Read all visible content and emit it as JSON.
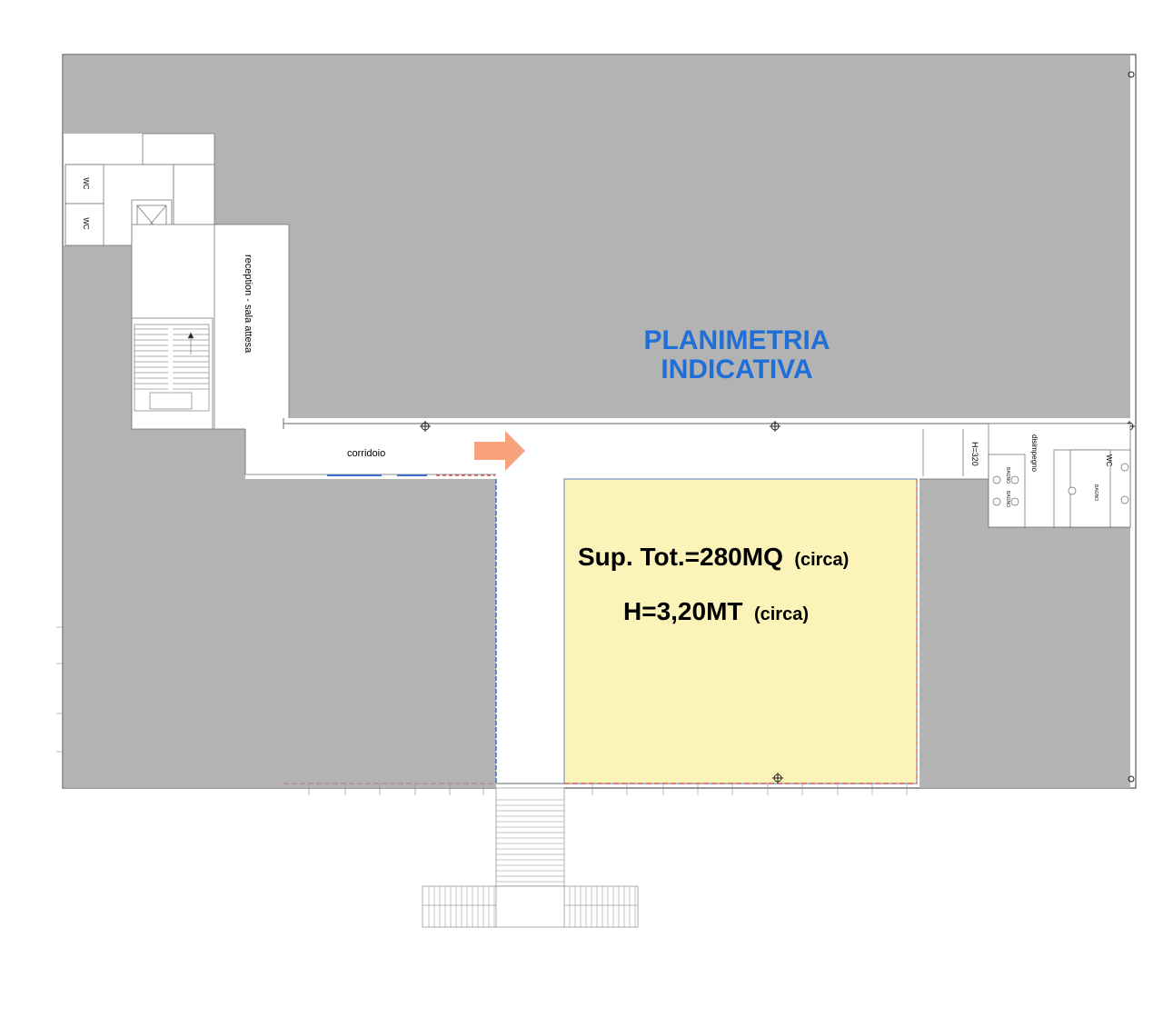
{
  "title": {
    "line1": "PLANIMETRIA",
    "line2": "INDICATIVA",
    "color": "#1f6fd6"
  },
  "area": {
    "surface_main": "Sup. Tot.=280MQ",
    "surface_note": "(circa)",
    "height_main": "H=3,20MT",
    "height_note": "(circa)",
    "fill_color": "#fbf3b8"
  },
  "labels": {
    "corridor": "corridoio",
    "reception": "reception - sala attesa",
    "wc_top": "WC",
    "wc_bottom": "WC",
    "height_mark": "H=320",
    "disimpegno": "disimpegno",
    "bagno1": "BAGNO",
    "bagno2": "BAGNO",
    "bagno3": "BAGNO",
    "wc_right": "WC"
  },
  "colors": {
    "shaded": "#b3b3b3",
    "arrow": "#f7a27d",
    "arrow_entry": "#f49383"
  }
}
